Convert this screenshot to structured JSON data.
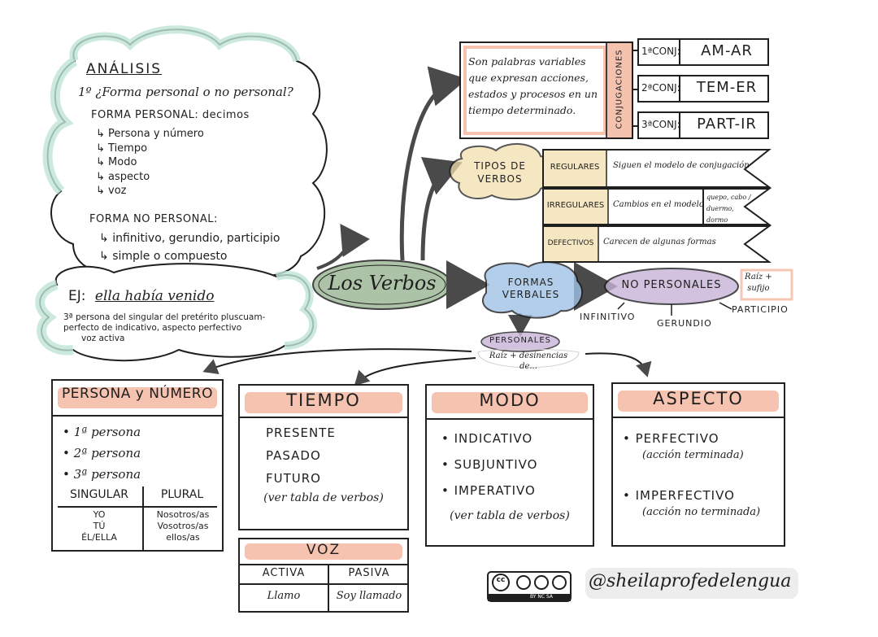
{
  "analisis": {
    "title": "ANÁLISIS",
    "q1": "1º ¿Forma personal o no personal?",
    "personal_label": "FORMA PERSONAL: decimos",
    "personal_items": [
      "Persona y número",
      "Tiempo",
      "Modo",
      "aspecto",
      "voz"
    ],
    "no_personal_label": "FORMA NO PERSONAL:",
    "no_personal_items": [
      "infinitivo, gerundio, participio",
      "simple o compuesto"
    ]
  },
  "ejemplo": {
    "prefix": "EJ:",
    "sentence": "ella había venido",
    "line1": "3ª persona del singular del pretérito pluscuam-",
    "line2": "perfecto de indicativo, aspecto perfectivo",
    "line3": "voz activa"
  },
  "center": {
    "label": "Los Verbos"
  },
  "definition": {
    "text_lines": [
      "Son palabras variables",
      "que expresan acciones,",
      "estados y procesos en un",
      "tiempo determinado."
    ],
    "side_label": "CONJUGACIONES",
    "conj": [
      {
        "label": "1ªCONJ:",
        "value": "AM-AR"
      },
      {
        "label": "2ªCONJ:",
        "value": "TEM-ER"
      },
      {
        "label": "3ªCONJ:",
        "value": "PART-IR"
      }
    ]
  },
  "tipos": {
    "bubble": [
      "TIPOS DE",
      "VERBOS"
    ],
    "rows": [
      {
        "label": "REGULARES",
        "desc": "Siguen el modelo de conjugación",
        "extra": ""
      },
      {
        "label": "IRREGULARES",
        "desc": "Cambios en el modelo",
        "extra": "quepo, cabo / duermo, dormo"
      },
      {
        "label": "DEFECTIVOS",
        "desc": "Carecen de algunas formas",
        "extra": ""
      }
    ]
  },
  "formas": {
    "bubble": [
      "FORMAS",
      "VERBALES"
    ],
    "no_personales": "NO PERSONALES",
    "raiz_sufijo": [
      "Raíz +",
      "sufijo"
    ],
    "infinitivo": "INFINITIVO",
    "gerundio": "GERUNDIO",
    "participio": "PARTICIPIO",
    "personales": "PERSONALES",
    "personales_sub": [
      "Raíz + desinencias",
      "de..."
    ]
  },
  "persona": {
    "title": "PERSONA y NÚMERO",
    "items": [
      "1ª persona",
      "2ª persona",
      "3ª persona"
    ],
    "col1": "SINGULAR",
    "col2": "PLURAL",
    "singular": [
      "YO",
      "TÚ",
      "ÉL/ELLA"
    ],
    "plural": [
      "Nosotros/as",
      "Vosotros/as",
      "ellos/as"
    ]
  },
  "tiempo": {
    "title": "TIEMPO",
    "items": [
      "PRESENTE",
      "PASADO",
      "FUTURO"
    ],
    "note": "(ver tabla de verbos)"
  },
  "modo": {
    "title": "MODO",
    "items": [
      "INDICATIVO",
      "SUBJUNTIVO",
      "IMPERATIVO"
    ],
    "note": "(ver tabla de verbos)"
  },
  "aspecto": {
    "title": "ASPECTO",
    "items": [
      {
        "label": "PERFECTIVO",
        "sub": "(acción terminada)"
      },
      {
        "label": "IMPERFECTIVO",
        "sub": "(acción no terminada)"
      }
    ]
  },
  "voz": {
    "title": "VOZ",
    "col1": "ACTIVA",
    "col2": "PASIVA",
    "val1": "Llamo",
    "val2": "Soy llamado"
  },
  "credit": {
    "license": "cc",
    "license_sub": "BY NC SA",
    "handle": "@sheilaprofedelengua"
  },
  "colors": {
    "salmon": "#f3b9a2",
    "mint": "#bfe3d6",
    "sage": "#9fb99a",
    "sky": "#9fc3e6",
    "lilac": "#c9b3d8",
    "tan": "#f2dfae"
  }
}
